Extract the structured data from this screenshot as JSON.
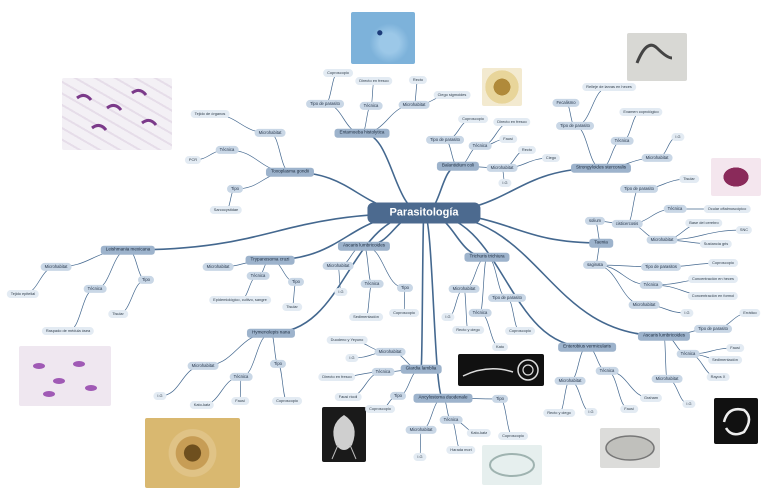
{
  "colors": {
    "branch": "#44688f",
    "root": "#4c6a8f",
    "main": "#9db3cc",
    "sub": "#c9d7e6",
    "leaf": "#e3ebf3"
  },
  "root": "Parasitología",
  "branches": {
    "ent": {
      "title": "Entamoeba histolytica",
      "tipo": "Tipo de parasito",
      "tecnica": "Técnica",
      "directo": "Directo en fresco",
      "copro": "Coproscopio",
      "recto": "Recto",
      "micro": "Microhabitat",
      "ciego": "Ciego sigmoides"
    },
    "bal": {
      "title": "Balantidium coli",
      "tipo": "Tipo de parasito",
      "tecnica": "Técnica",
      "copro": "Coproscopio",
      "directo": "Directo en fresco",
      "fausi": "Fausi",
      "recto": "Recto",
      "ciego": "Ciego",
      "micro": "Microhabitat",
      "ig": "I.G"
    },
    "toxo": {
      "title": "Toxoplasma gondii",
      "tejido": "Tejido de órganos",
      "micro": "Microhabitat",
      "tecnica": "Técnica",
      "pcr": "PCR",
      "tipo": "Tipo",
      "sarco": "Sarcocystidae"
    },
    "strongy": {
      "title": "Strongyloides stercoralis",
      "rellaje": "Relleje de larvas en heces",
      "fecalisma": "Fecalismo",
      "tipo": "Tipo de parasito",
      "examen": "Examen coprológico",
      "tecnica": "Técnica",
      "ig": "I.G",
      "micro": "Microhabitat"
    },
    "taenia": {
      "title": "Taenia",
      "solium": "solium",
      "tipo1": "Tipo de parasito",
      "tisular": "Tisular",
      "cisticercosis": "cisticercosis",
      "tecnica1": "Técnica",
      "ocular": "Ocular oftalmoscópico",
      "micro1": "Microhabitat",
      "base": "Base del cerebro",
      "snc": "SNC",
      "sustancia": "Sustancia gris",
      "saginata": "saginata",
      "tipo2": "Tipo de parasitos",
      "copro": "Coproscopio",
      "tecnica2": "Técnica",
      "conc1": "Concentración en heces",
      "conc2": "Concentración en formol",
      "micro2": "Microhabitat",
      "ig": "I.G"
    },
    "lei": {
      "title": "Leishmania mexicana",
      "micro": "Microhabitat",
      "tipo": "Tipo",
      "tecnica": "Técnica",
      "tejido": "Tejido epitelial",
      "tisular": "Tisular",
      "raspado": "Raspado de médula ósea"
    },
    "tryp": {
      "title": "Trypanosoma cruzi",
      "micro": "Microhabitat",
      "tecnica": "Técnica",
      "tipo": "Tipo",
      "epi": "Epidemiológico, cultivo, sangre",
      "tisular": "Tisular"
    },
    "asc": {
      "title": "Ascaris lumbricoides",
      "micro": "Microhabitat",
      "ig": "I.G",
      "tecnica": "Técnica",
      "sedim": "Sedimentación",
      "tipo": "Tipo",
      "copro": "Coproscopio"
    },
    "tri": {
      "title": "Trichuris trichiura",
      "micro": "Microhabitat",
      "ig": "I.G",
      "recto": "Recto y ciego",
      "tecnica": "Técnica",
      "tipo": "Tipo de parasito",
      "copro": "Coproscopio",
      "kato": "Kato"
    },
    "hym": {
      "title": "Hymenolepis nana",
      "micro": "Microhabitat",
      "ig": "I.G",
      "tecnica": "Técnica",
      "katokatz": "Kato-katz",
      "fausi": "Fausi",
      "tipo": "Tipo",
      "copro": "Coproscopio"
    },
    "gia": {
      "title": "Giardia lamblia",
      "duodeno": "Duodeno y Yeyuno",
      "micro": "Microhabitat",
      "ig": "I.G",
      "tecnica": "Técnica",
      "directo": "Directo en fresco",
      "fausi": "Fausi ricoli",
      "tipo": "Tipo",
      "copro": "Coproscopio"
    },
    "anc": {
      "title": "Ancylostoma duodenale",
      "micro": "Microhabitat",
      "ig": "I.G",
      "tecnica": "Técnica",
      "katokatz": "Kato-katz",
      "harada": "Harada mori",
      "tipo": "Tipo",
      "copro": "Coproscopio"
    },
    "ent2": {
      "title": "Enterobius vermicularis",
      "micro": "Microhabitat",
      "recto": "Recto y ciego",
      "ig": "I.G",
      "tecnica": "Técnica",
      "graham": "Graham",
      "fausi": "Fausi"
    },
    "asc2": {
      "title": "Ascaris lumbricoides",
      "tipo": "Tipo de parasito",
      "errat": "Errático",
      "tecnica": "Técnica",
      "fausi": "Fausi",
      "sedim": "Sedimentación",
      "rayos": "Rayos X",
      "micro": "Microhabitat",
      "ig": "I.G"
    }
  }
}
